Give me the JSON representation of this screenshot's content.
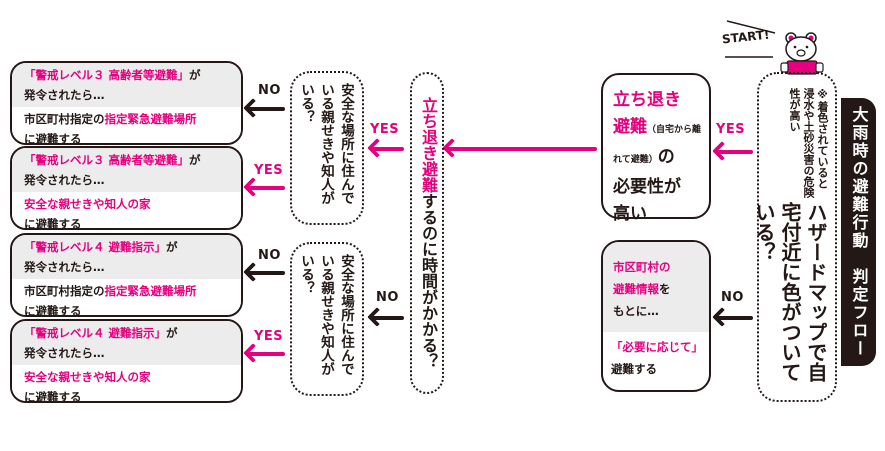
{
  "title": "大雨時の避難行動　判定フロー",
  "start_label": "START!",
  "colors": {
    "accent": "#e4007f",
    "dark": "#231815",
    "gray": "#ececec"
  },
  "q1": {
    "main": "ハザードマップで自宅付近に色がついている？",
    "note": "※着色されていると浸水や土砂災害の危険性が高い"
  },
  "yes_label": "YES",
  "no_label": "NO",
  "high_need": {
    "pink1": "立ち退き",
    "pink2": "避難",
    "small": "（自宅から離れて避難）",
    "rest1": "の",
    "rest2": "必要性が",
    "rest3": "高い"
  },
  "low_need": {
    "top_pink1": "市区町村の",
    "top_pink2": "避難情報",
    "top_rest": "を",
    "top_line3": "もとに…",
    "bot_pink": "「必要に応じて」",
    "bot_rest": "避難する"
  },
  "q2": {
    "pink": "立ち退き避難",
    "rest": "するのに時間がかかる？"
  },
  "q3": {
    "text": "安全な場所に住んでいる親せきや知人がいる？"
  },
  "results": [
    {
      "alert": "「警戒レベル３ 高齢者等避難」",
      "alert_suffix": "が",
      "line2": "発令されたら…",
      "pre": "市区町村指定の",
      "dest": "指定緊急避難場所",
      "post": "に避難する"
    },
    {
      "alert": "「警戒レベル３ 高齢者等避難」",
      "alert_suffix": "が",
      "line2": "発令されたら…",
      "pre": "",
      "dest": "安全な親せきや知人の家",
      "post": "に避難する"
    },
    {
      "alert": "「警戒レベル４ 避難指示」",
      "alert_suffix": "が",
      "line2": "発令されたら…",
      "pre": "市区町村指定の",
      "dest": "指定緊急避難場所",
      "post": "に避難する"
    },
    {
      "alert": "「警戒レベル４ 避難指示」",
      "alert_suffix": "が",
      "line2": "発令されたら…",
      "pre": "",
      "dest": "安全な親せきや知人の家",
      "post": "に避難する"
    }
  ]
}
